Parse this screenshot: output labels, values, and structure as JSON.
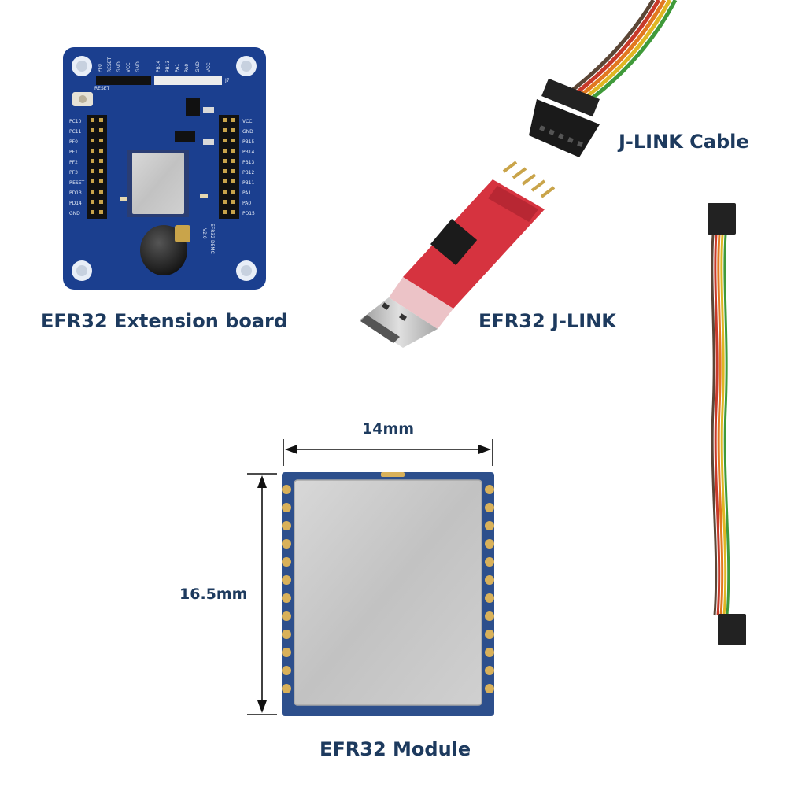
{
  "labels": {
    "extension_board": "EFR32 Extension board",
    "jlink": "EFR32 J-LINK",
    "jlink_cable": "J-LINK Cable",
    "module": "EFR32 Module"
  },
  "dimensions": {
    "width": "14mm",
    "height": "16.5mm"
  },
  "board": {
    "left_pins": [
      "PC10",
      "PC11",
      "PF0",
      "PF1",
      "PF2",
      "PF3",
      "RESET",
      "PD13",
      "PD14",
      "GND"
    ],
    "right_pins": [
      "VCC",
      "GND",
      "PB15",
      "PB14",
      "PB13",
      "PB12",
      "PB11",
      "PA1",
      "PA0",
      "PD15"
    ],
    "top_pins": [
      "PF0",
      "RESET",
      "GND",
      "VCC",
      "GND",
      "PB14",
      "PB13",
      "PA1",
      "PA0",
      "GND",
      "VCC"
    ],
    "silk_title": "EFR32 DEMC",
    "silk_version": "V2.0",
    "reset_label": "RESET",
    "header_j7": "J7"
  },
  "colors": {
    "label_text": "#1d3a5e",
    "board_blue": "#1b3f8f",
    "jlink_red": "#d6333f",
    "module_shield": "#c9c9c9"
  }
}
